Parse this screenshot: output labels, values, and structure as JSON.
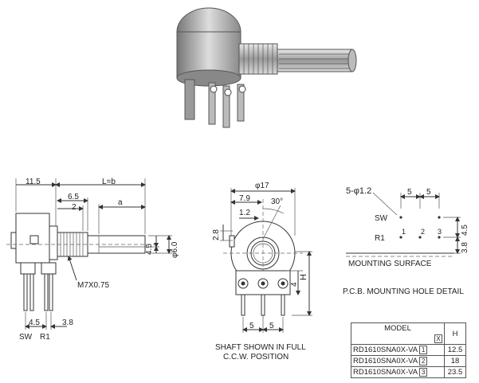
{
  "side_view": {
    "dim_total_left": "11.5",
    "dim_shaft_length": "L=b",
    "dim_flat_start": "6.5",
    "dim_thread": "2",
    "dim_a": "a",
    "dim_flat": "4.5",
    "dim_shaft_dia": "φ6.0",
    "thread_spec": "M7X0.75",
    "dim_pin_sw": "4.5",
    "dim_pin_r1": "3.8",
    "label_sw": "SW",
    "label_r1": "R1"
  },
  "front_view": {
    "dim_body_dia": "φ17",
    "dim_offset": "7.9",
    "dim_angle": "30°",
    "dim_small": "1.2",
    "dim_height_left": "2.8",
    "dim_h": "H",
    "dim_4": "4",
    "dim_pin_pitch_1": "5",
    "dim_pin_pitch_2": "5",
    "caption_line1": "SHAFT SHOWN IN FULL",
    "caption_line2": "C.C.W. POSITION"
  },
  "pcb_detail": {
    "hole_spec": "5-φ1.2",
    "pitch_1": "5",
    "pitch_2": "5",
    "label_sw": "SW",
    "label_r1": "R1",
    "pin_1": "1",
    "pin_2": "2",
    "pin_3": "3",
    "dim_4_5": "4.5",
    "dim_3_8": "3.8",
    "mounting_surface": "MOUNTING SURFACE",
    "caption": "P.C.B. MOUNTING HOLE DETAIL"
  },
  "model_table": {
    "header_model": "MODEL",
    "header_h": "H",
    "header_x": "X",
    "rows": [
      {
        "model": "RD1610SNA0X-VA",
        "x": "1",
        "h": "12.5"
      },
      {
        "model": "RD1610SNA0X-VA",
        "x": "2",
        "h": "18"
      },
      {
        "model": "RD1610SNA0X-VA",
        "x": "3",
        "h": "23.5"
      }
    ]
  }
}
